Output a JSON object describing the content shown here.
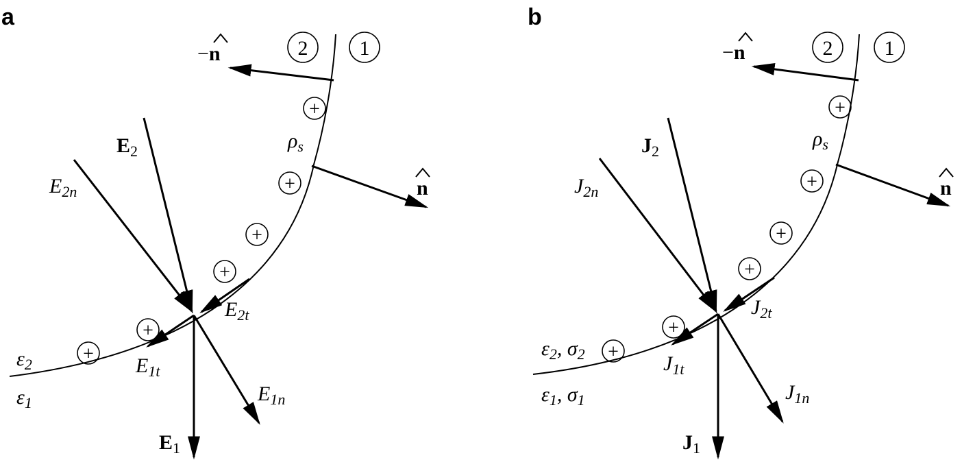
{
  "panels": [
    {
      "letter": "a",
      "vectors": {
        "total_2": {
          "base": "E",
          "sub": "2"
        },
        "normal_2": {
          "base": "E",
          "sub": "2n"
        },
        "tangential_2": {
          "base": "E",
          "sub": "2t"
        },
        "tangential_1": {
          "base": "E",
          "sub": "1t"
        },
        "normal_1": {
          "base": "E",
          "sub": "1n"
        },
        "total_1": {
          "base": "E",
          "sub": "1"
        }
      },
      "region_2_label": "ε2",
      "region_1_label": "ε1",
      "region_2": {
        "base": "ε",
        "sub": "2"
      },
      "region_1": {
        "base": "ε",
        "sub": "1"
      }
    },
    {
      "letter": "b",
      "vectors": {
        "total_2": {
          "base": "J",
          "sub": "2"
        },
        "normal_2": {
          "base": "J",
          "sub": "2n"
        },
        "tangential_2": {
          "base": "J",
          "sub": "2t"
        },
        "tangential_1": {
          "base": "J",
          "sub": "1t"
        },
        "normal_1": {
          "base": "J",
          "sub": "1n"
        },
        "total_1": {
          "base": "J",
          "sub": "1"
        }
      },
      "region_2": {
        "base": "ε",
        "sub": "2",
        "extra_base": ", σ",
        "extra_sub": "2"
      },
      "region_1": {
        "base": "ε",
        "sub": "1",
        "extra_base": ", σ",
        "extra_sub": "1"
      }
    }
  ],
  "common": {
    "medium_2_marker": "2",
    "medium_1_marker": "1",
    "normal_label": "n",
    "neg_normal_minus": "−",
    "charge_label": {
      "base": "ρ",
      "sub": "s"
    },
    "charge_symbol": "+"
  }
}
